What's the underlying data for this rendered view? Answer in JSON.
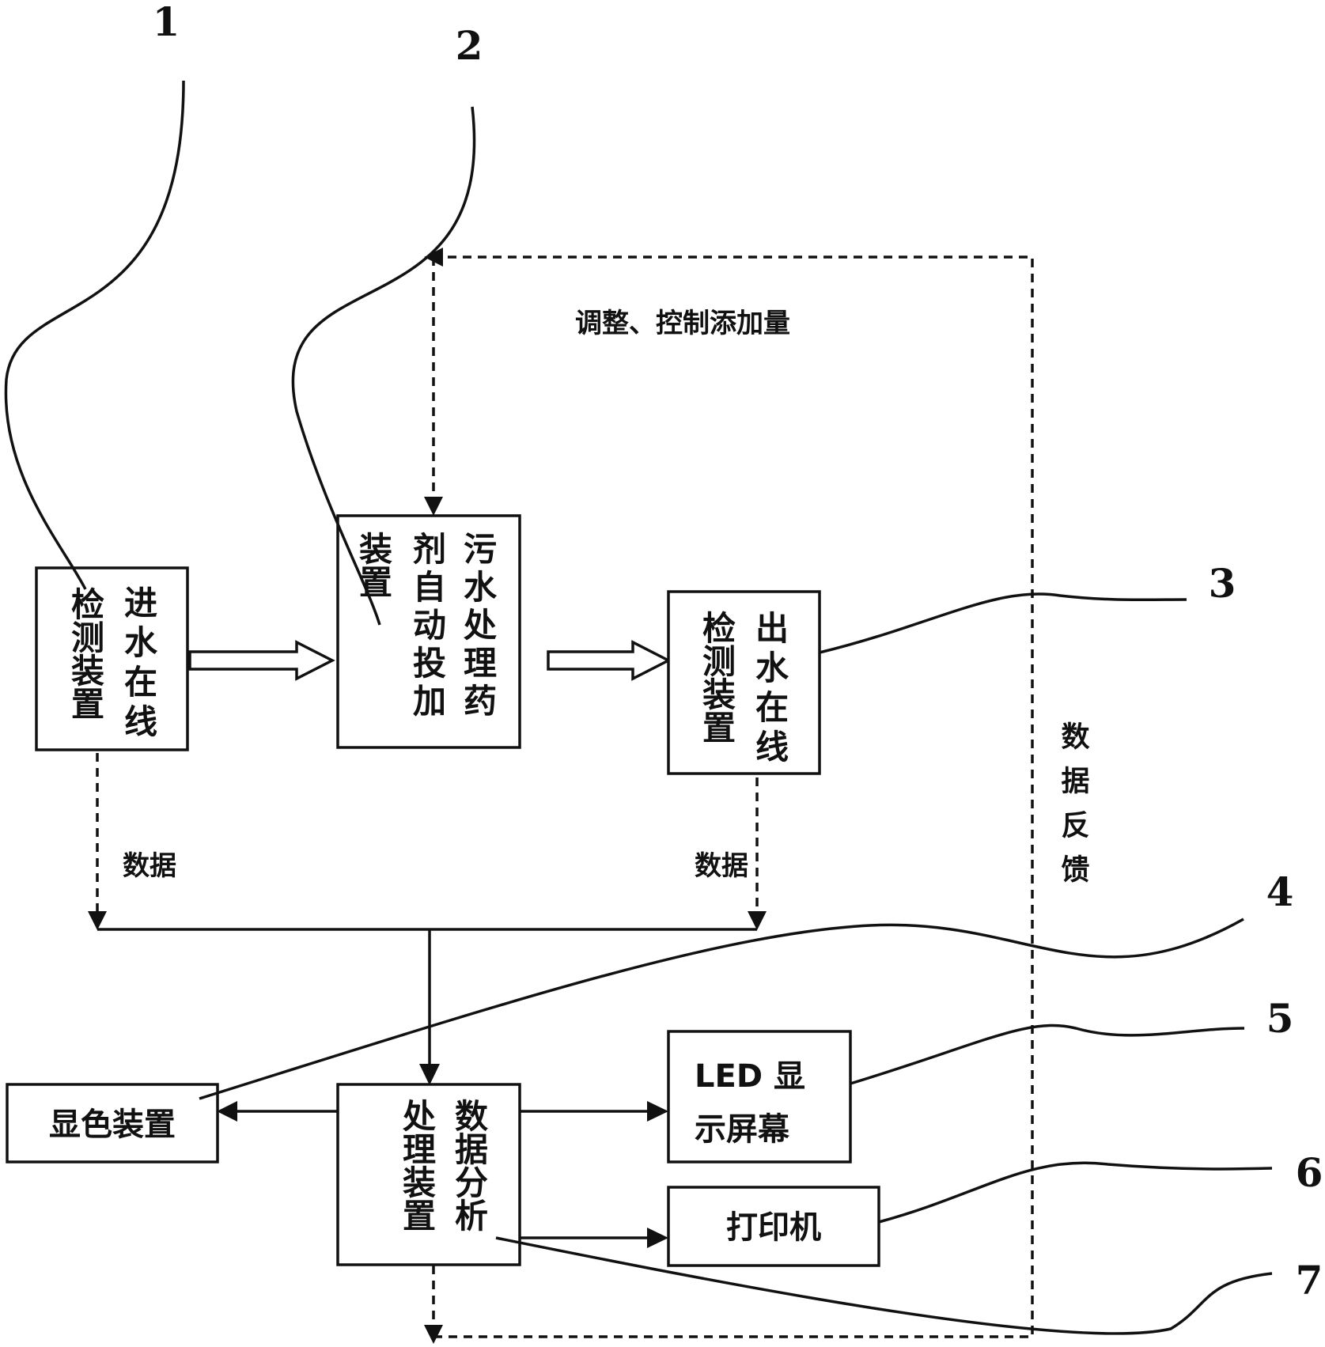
{
  "nodes": {
    "inlet_detector": {
      "columns": [
        "进水在线",
        "检测装置"
      ]
    },
    "dosing_device": {
      "columns": [
        "污水处理药",
        "剂自动投加",
        "装置"
      ]
    },
    "outlet_detector": {
      "columns": [
        "出水在线",
        "检测装置"
      ]
    },
    "color_device": {
      "text": "显色装置"
    },
    "processor": {
      "columns": [
        "数据分析",
        "处理装置"
      ]
    },
    "led_screen": {
      "lines": [
        "LED 显",
        "示屏幕"
      ]
    },
    "printer": {
      "text": "打印机"
    }
  },
  "edge_labels": {
    "inlet_data": "数据",
    "outlet_data": "数据",
    "feedback": "数据反馈",
    "control": "调整、控制添加量"
  },
  "callouts": [
    "1",
    "2",
    "3",
    "4",
    "5",
    "6",
    "7"
  ]
}
